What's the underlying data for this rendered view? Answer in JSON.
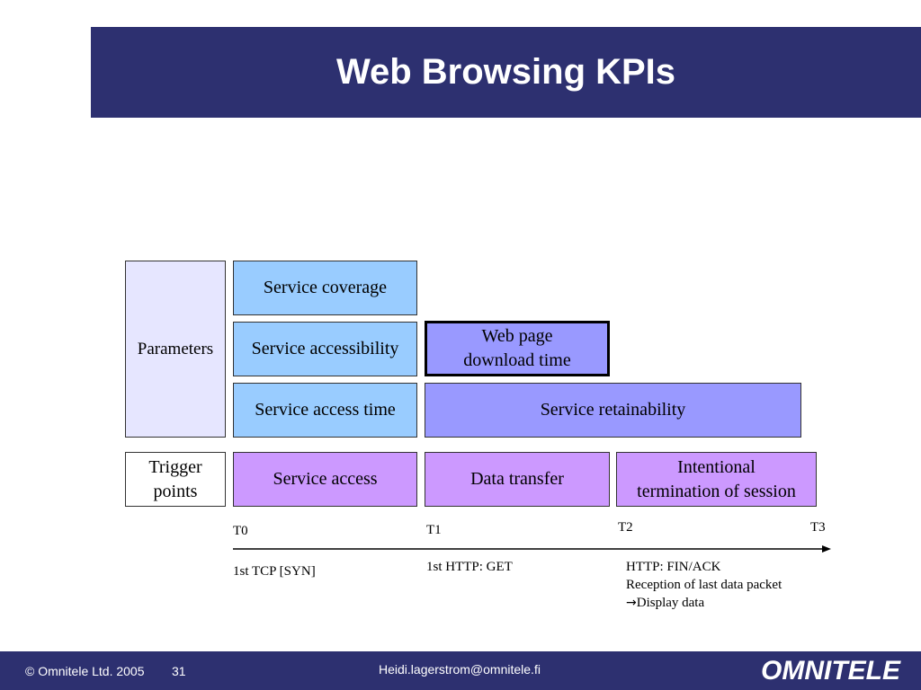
{
  "slide": {
    "title": "Web Browsing KPIs"
  },
  "diagram": {
    "parameters_label": "Parameters",
    "trigger_label_line1": "Trigger",
    "trigger_label_line2": "points",
    "service_coverage": "Service coverage",
    "service_accessibility": "Service accessibility",
    "web_page_download_line1": "Web page",
    "web_page_download_line2": "download time",
    "service_access_time": "Service access time",
    "service_retainability": "Service retainability",
    "service_access": "Service access",
    "data_transfer": "Data transfer",
    "termination_line1": "Intentional",
    "termination_line2": "termination of session"
  },
  "timeline": {
    "t0": "T0",
    "t1": "T1",
    "t2": "T2",
    "t3": "T3",
    "t0_note": "1st TCP [SYN]",
    "t1_note": "1st HTTP: GET",
    "t2_note_line1": "HTTP: FIN/ACK",
    "t2_note_line2": "Reception of last data packet",
    "t2_note_line3": "Display data",
    "arrow_symbol": "→"
  },
  "footer": {
    "copyright": "© Omnitele Ltd. 2005",
    "page_number": "31",
    "email": "Heidi.lagerstrom@omnitele.fi",
    "logo": "OMNITELE"
  },
  "colors": {
    "navy": "#2d3070",
    "param_bg": "#e6e6ff",
    "light_blue": "#99ccff",
    "indigo": "#9999ff",
    "purple": "#cc99ff"
  }
}
